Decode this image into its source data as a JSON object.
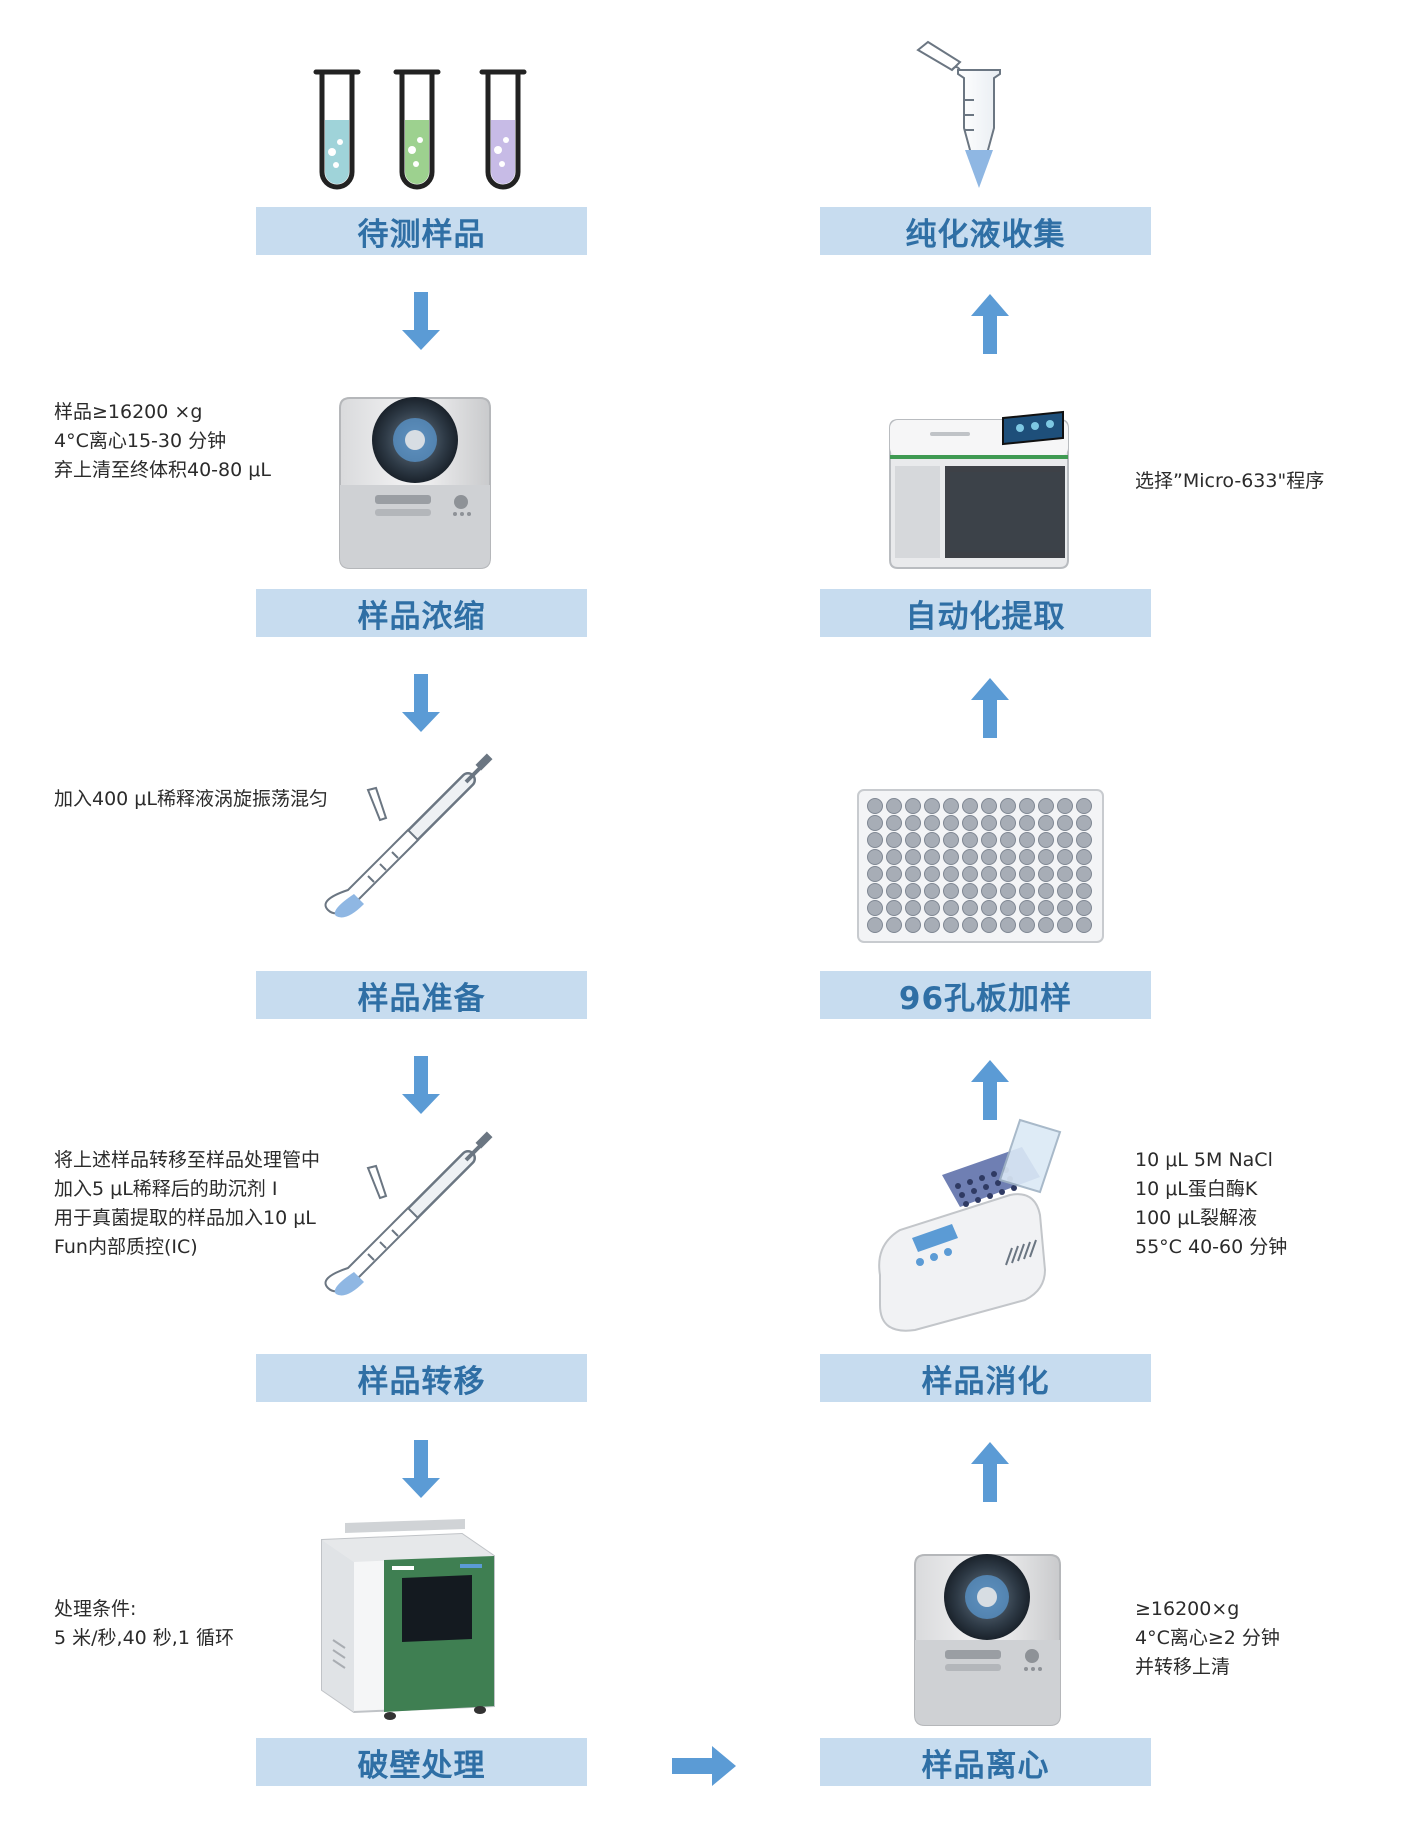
{
  "colors": {
    "label_bg": "#c7dcef",
    "label_text": "#2f6fa5",
    "arrow": "#5b9bd5",
    "note_text": "#2b2b2b"
  },
  "steps": {
    "sample": "待测样品",
    "concentrate": "样品浓缩",
    "prepare": "样品准备",
    "transfer": "样品转移",
    "lysis": "破壁处理",
    "centrifuge": "样品离心",
    "digest": "样品消化",
    "plate": "96孔板加样",
    "extract": "自动化提取",
    "collect": "纯化液收集"
  },
  "notes": {
    "concentrate": [
      "样品≥16200 ×g",
      "4°C离心15-30 分钟",
      "弃上清至终体积40-80 μL"
    ],
    "prepare": [
      "加入400 μL稀释液涡旋振荡混匀"
    ],
    "transfer": [
      "将上述样品转移至样品处理管中",
      "加入5 μL稀释后的助沉剂 I",
      "用于真菌提取的样品加入10 μL",
      "Fun内部质控(IC)"
    ],
    "lysis": [
      "处理条件:",
      "5 米/秒,40 秒,1 循环"
    ],
    "centrifuge": [
      "≥16200×g",
      "4°C离心≥2 分钟",
      "并转移上清"
    ],
    "digest": [
      "10 μL 5M NaCl",
      "10 μL蛋白酶K",
      "100 μL裂解液",
      "55°C   40-60 分钟"
    ],
    "extract": [
      "选择”Micro-633\"程序"
    ]
  },
  "icons": {
    "tubes": "test-tubes-icon",
    "centrifuge": "centrifuge-icon",
    "pipette": "pipette-tube-icon",
    "homogenizer": "homogenizer-icon",
    "incubator": "dry-bath-incubator-icon",
    "plate": "96-well-plate-icon",
    "extractor": "nucleic-acid-extractor-icon",
    "eptube": "microcentrifuge-tube-icon"
  }
}
